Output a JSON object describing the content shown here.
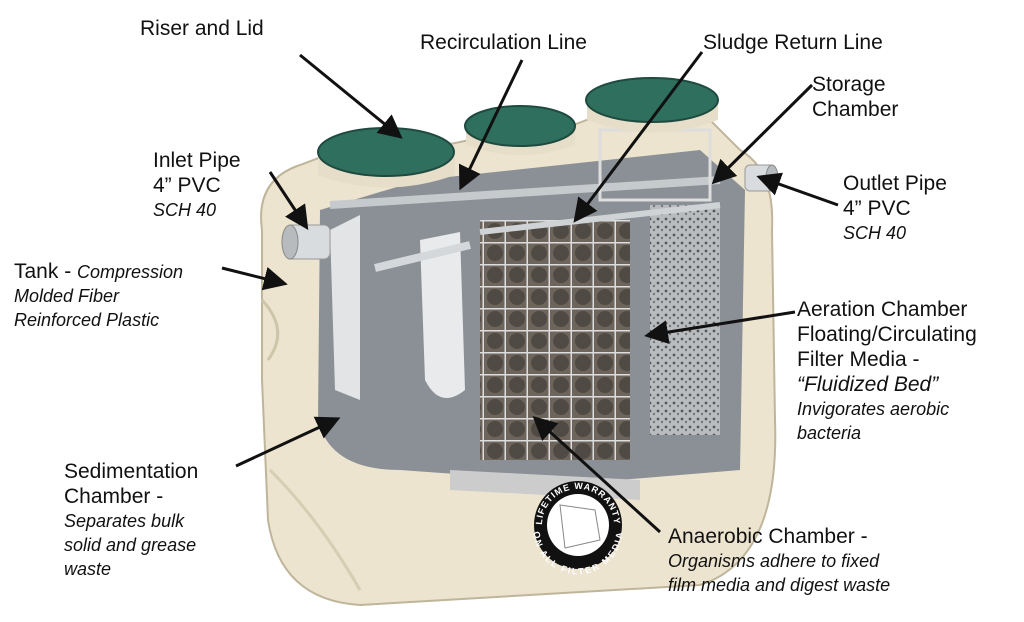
{
  "labels": {
    "riser": {
      "title": "Riser and Lid"
    },
    "recirculation": {
      "title": "Recirculation Line"
    },
    "sludge": {
      "title": "Sludge Return Line"
    },
    "storage": {
      "line1": "Storage",
      "line2": "Chamber"
    },
    "inlet": {
      "line1": "Inlet Pipe",
      "line2": "4” PVC",
      "line3": "SCH 40"
    },
    "outlet": {
      "line1": "Outlet Pipe",
      "line2": "4” PVC",
      "line3": "SCH 40"
    },
    "tank": {
      "title": "Tank - ",
      "line1": "Compression",
      "line2": "Molded Fiber",
      "line3": "Reinforced Plastic"
    },
    "aeration": {
      "line1": "Aeration Chamber",
      "line2": "Floating/Circulating",
      "line3": "Filter Media -",
      "line4": "“Fluidized Bed”",
      "line5": "Invigorates aerobic",
      "line6": "bacteria"
    },
    "sedimentation": {
      "line1": "Sedimentation",
      "line2": "Chamber -",
      "line3": "Separates bulk",
      "line4": "solid and grease",
      "line5": "waste"
    },
    "anaerobic": {
      "line1": "Anaerobic Chamber -",
      "line2": "Organisms adhere to fixed",
      "line3": "film media and digest waste"
    }
  },
  "badge": {
    "top": "LIFETIME WARRANTY",
    "bottom": "ON ALL FILTER MEDIA"
  },
  "colors": {
    "tank": "#ece4cf",
    "lid": "#2f6f5e",
    "interior": "#8a9096",
    "media": "#6d655c"
  }
}
